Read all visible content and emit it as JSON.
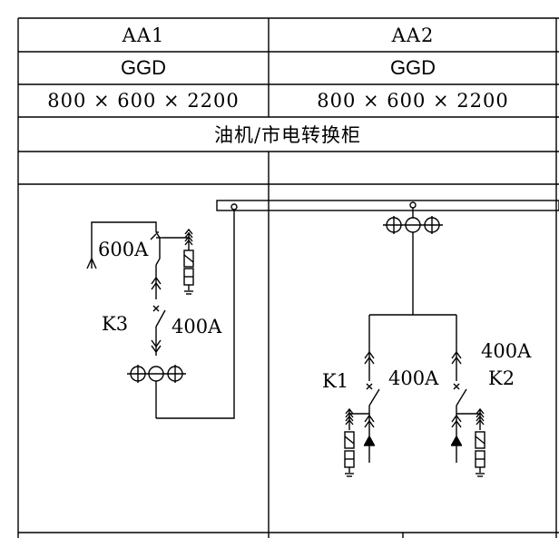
{
  "table": {
    "columns": [
      {
        "id": "AA1",
        "type": "GGD",
        "dimensions": "800 × 600 × 2200"
      },
      {
        "id": "AA2",
        "type": "GGD",
        "dimensions": "800 × 600 × 2200"
      }
    ],
    "merged_row": "油机/市电转换柜",
    "empty_row": ""
  },
  "diagram": {
    "aa1": {
      "main_rating": "600A",
      "breaker_name": "K3",
      "breaker_rating": "400A"
    },
    "aa2": {
      "k1": {
        "name": "K1",
        "rating": "400A"
      },
      "k2": {
        "name": "K2",
        "rating": "400A"
      }
    }
  }
}
